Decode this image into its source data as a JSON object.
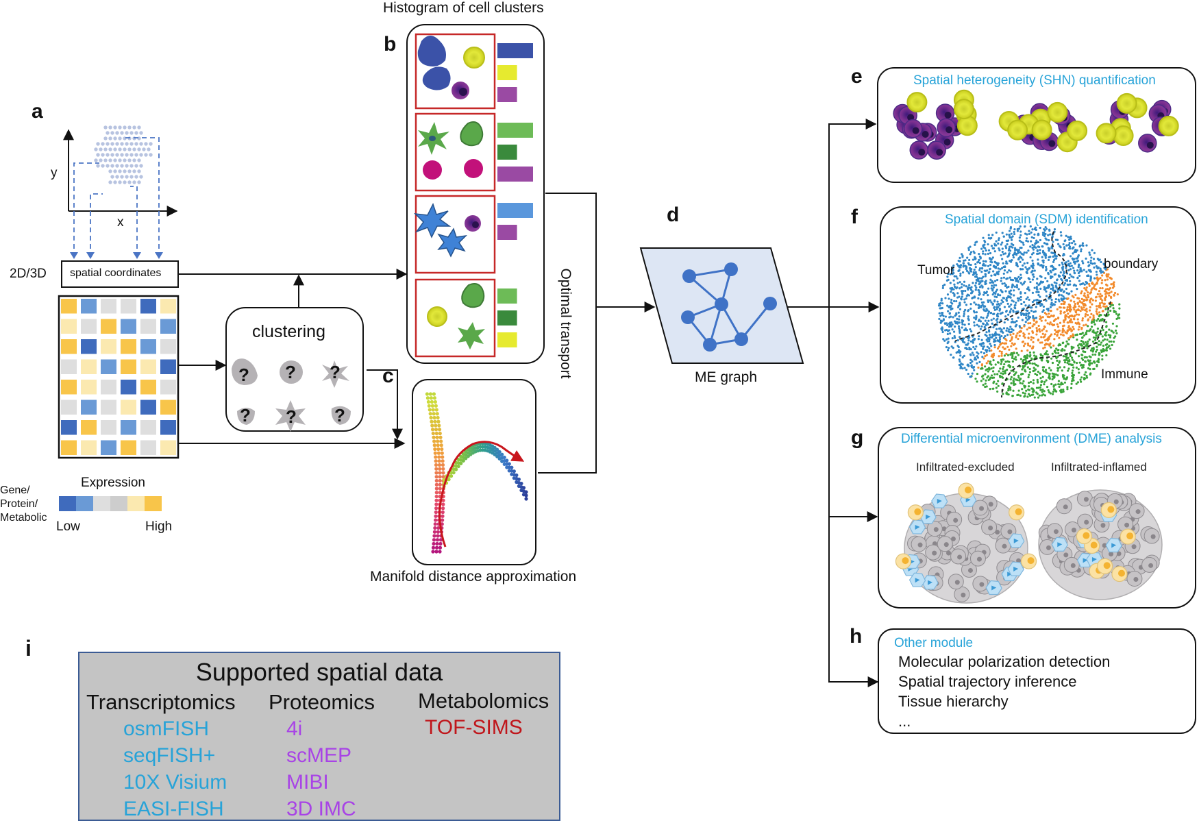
{
  "panels": {
    "a": {
      "letter": "a",
      "axis_y": "y",
      "axis_x": "x",
      "dim_label": "2D/3D",
      "coords_box": "spatial coordinates",
      "legend_title": "Expression",
      "legend_side": [
        "Gene/",
        "Protein/",
        "Metabolic"
      ],
      "legend_low": "Low",
      "legend_high": "High",
      "legend_colors": [
        "#3f6bbd",
        "#6a9ad6",
        "#dedede",
        "#cdcdcd",
        "#fbe9b0",
        "#f8c54a"
      ]
    },
    "clustering": {
      "title": "clustering",
      "marks": [
        "?",
        "?",
        "?",
        "?",
        "?",
        "?"
      ]
    },
    "b": {
      "letter": "b",
      "title": "Histogram of cell clusters"
    },
    "c": {
      "letter": "c",
      "caption": "Manifold distance approximation"
    },
    "ot": {
      "label": "Optimal transport"
    },
    "d": {
      "letter": "d",
      "caption": "ME graph"
    },
    "e": {
      "letter": "e",
      "title": "Spatial heterogeneity (SHN) quantification"
    },
    "f": {
      "letter": "f",
      "title": "Spatial domain (SDM) identification",
      "labels": {
        "tumor": "Tumor",
        "boundary": "boundary",
        "immune": "Immune"
      }
    },
    "g": {
      "letter": "g",
      "title": "Differential microenvironment (DME) analysis",
      "left": "Infiltrated-excluded",
      "right": "Infiltrated-inflamed"
    },
    "h": {
      "letter": "h",
      "title": "Other module",
      "items": [
        "Molecular polarization detection",
        "Spatial trajectory inference",
        "Tissue hierarchy",
        "..."
      ]
    },
    "i": {
      "letter": "i",
      "title": "Supported spatial data",
      "columns": [
        {
          "head": "Transcriptomics",
          "color": "#27a3d8",
          "items": [
            "osmFISH",
            "seqFISH+",
            "10X Visium",
            "EASI-FISH"
          ]
        },
        {
          "head": "Proteomics",
          "color": "#a843e6",
          "items": [
            "4i",
            "scMEP",
            "MIBI",
            "3D IMC"
          ]
        },
        {
          "head": "Metabolomics",
          "color": "#c0161b",
          "items": [
            "TOF-SIMS"
          ]
        }
      ]
    }
  },
  "colors": {
    "accent_title": "#27a3d8",
    "frame_red": "#c62828",
    "cell_blue": "#3b52a8",
    "cell_yellow": "#dbe23a",
    "cell_purple": "#8d3d9a",
    "green_light": "#6dbb57",
    "green_dark": "#3a8a3c",
    "magenta": "#c2117a",
    "light_blue": "#5a97dc",
    "domain_blue": "#2f86c6",
    "domain_orange": "#f28a2b",
    "domain_green": "#3aa43a",
    "graph_node": "#3f72c6",
    "graph_fill": "#dde6f4"
  },
  "chart_data": {
    "type": "histogram-panels",
    "note_values": "relative bar lengths per cluster as shown",
    "clusters": [
      {
        "bars": [
          {
            "color": "#3b52a8",
            "value": 1.0
          },
          {
            "color": "#e6ea2f",
            "value": 0.55
          },
          {
            "color": "#9a4aa3",
            "value": 0.55
          }
        ]
      },
      {
        "bars": [
          {
            "color": "#6dbb57",
            "value": 1.0
          },
          {
            "color": "#3a8a3c",
            "value": 0.55
          },
          {
            "color": "#9a4aa3",
            "value": 1.0
          }
        ]
      },
      {
        "bars": [
          {
            "color": "#5a97dc",
            "value": 1.0
          },
          {
            "color": "#9a4aa3",
            "value": 0.55
          }
        ]
      },
      {
        "bars": [
          {
            "color": "#6dbb57",
            "value": 0.55
          },
          {
            "color": "#3a8a3c",
            "value": 0.55
          },
          {
            "color": "#e6ea2f",
            "value": 0.55
          }
        ]
      }
    ]
  },
  "heatmap": {
    "rows": [
      [
        "#f8c54a",
        "#6a9ad6",
        "#dedede",
        "#dedede",
        "#3f6bbd",
        "#fbe9b0"
      ],
      [
        "#fbe9b0",
        "#dedede",
        "#f8c54a",
        "#6a9ad6",
        "#dedede",
        "#6a9ad6"
      ],
      [
        "#f8c54a",
        "#3f6bbd",
        "#fbe9b0",
        "#f8c54a",
        "#6a9ad6",
        "#dedede"
      ],
      [
        "#dedede",
        "#fbe9b0",
        "#6a9ad6",
        "#f8c54a",
        "#fbe9b0",
        "#3f6bbd"
      ],
      [
        "#f8c54a",
        "#fbe9b0",
        "#dedede",
        "#3f6bbd",
        "#f8c54a",
        "#dedede"
      ],
      [
        "#dedede",
        "#6a9ad6",
        "#dedede",
        "#fbe9b0",
        "#3f6bbd",
        "#f8c54a"
      ],
      [
        "#3f6bbd",
        "#f8c54a",
        "#dedede",
        "#6a9ad6",
        "#dedede",
        "#3f6bbd"
      ],
      [
        "#f8c54a",
        "#fbe9b0",
        "#6a9ad6",
        "#f8c54a",
        "#dedede",
        "#fbe9b0"
      ]
    ]
  }
}
